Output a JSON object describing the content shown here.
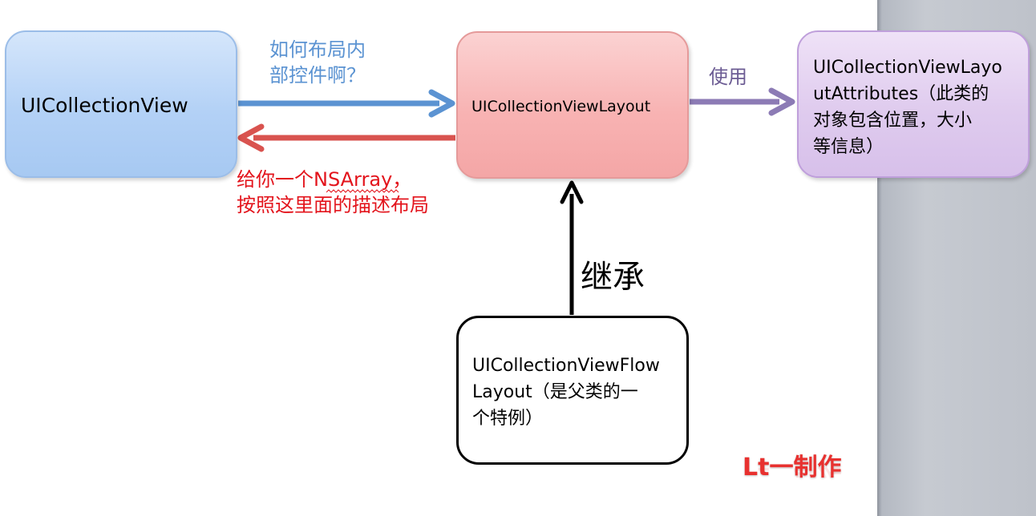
{
  "nodes": {
    "collection_view": "UICollectionView",
    "layout": "UICollectionViewLayout",
    "attributes": "UICollectionViewLayo\nutAttributes（此类的\n对象包含位置，大小\n等信息）",
    "flow_layout": "UICollectionViewFlow\nLayout（是父类的一\n个特例）"
  },
  "edges": {
    "ask": "如何布局内\n部控件啊？",
    "reply": "给你一个NSArray，\n按照这里面的描述布局",
    "use": "使用",
    "inherit": "继承"
  },
  "watermark": "Lt一制作",
  "colors": {
    "ask_arrow": "#5b93d2",
    "reply_arrow": "#d9534f",
    "use_arrow": "#8c7bb5",
    "inherit_arrow": "#000000"
  }
}
